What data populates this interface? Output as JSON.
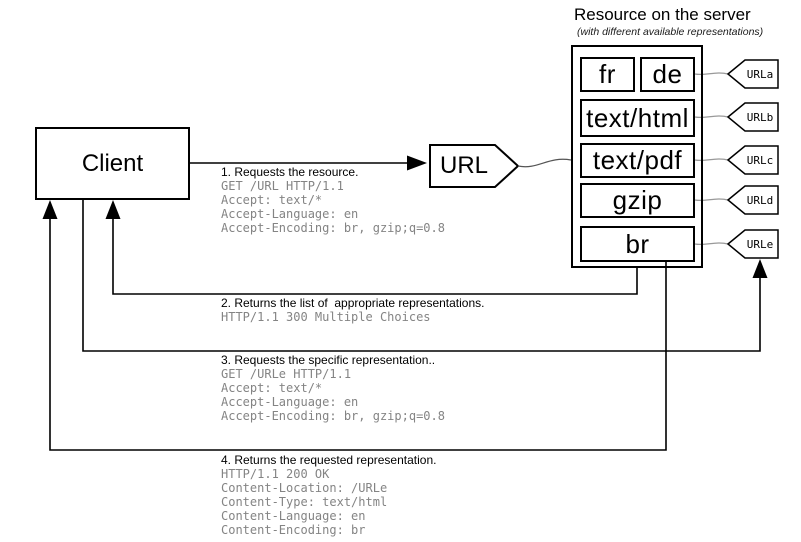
{
  "header": {
    "title": "Resource on the server",
    "subtitle": "(with different available representations)"
  },
  "client": {
    "label": "Client"
  },
  "url_node": {
    "label": "URL"
  },
  "server": {
    "representations": [
      {
        "label": "fr"
      },
      {
        "label": "de"
      },
      {
        "label": "text/html"
      },
      {
        "label": "text/pdf"
      },
      {
        "label": "gzip"
      },
      {
        "label": "br"
      }
    ],
    "url_tags": [
      "URLa",
      "URLb",
      "URLc",
      "URLd",
      "URLe"
    ]
  },
  "steps": [
    {
      "label": "1. Requests the resource.",
      "lines": [
        "GET /URL HTTP/1.1",
        "Accept: text/*",
        "Accept-Language: en",
        "Accept-Encoding: br, gzip;q=0.8"
      ]
    },
    {
      "label": "2. Returns the list of  appropriate representations.",
      "lines": [
        "HTTP/1.1 300 Multiple Choices"
      ]
    },
    {
      "label": "3. Requests the specific representation..",
      "lines": [
        "GET /URLe HTTP/1.1",
        "Accept: text/*",
        "Accept-Language: en",
        "Accept-Encoding: br, gzip;q=0.8"
      ]
    },
    {
      "label": "4. Returns the requested representation.",
      "lines": [
        "HTTP/1.1 200 OK",
        "Content-Location: /URLe",
        "Content-Type: text/html",
        "Content-Language: en",
        "Content-Encoding: br"
      ]
    }
  ],
  "colors": {
    "stroke": "#000000",
    "muted_text": "#848484",
    "connector": "#999999",
    "background": "#ffffff"
  }
}
